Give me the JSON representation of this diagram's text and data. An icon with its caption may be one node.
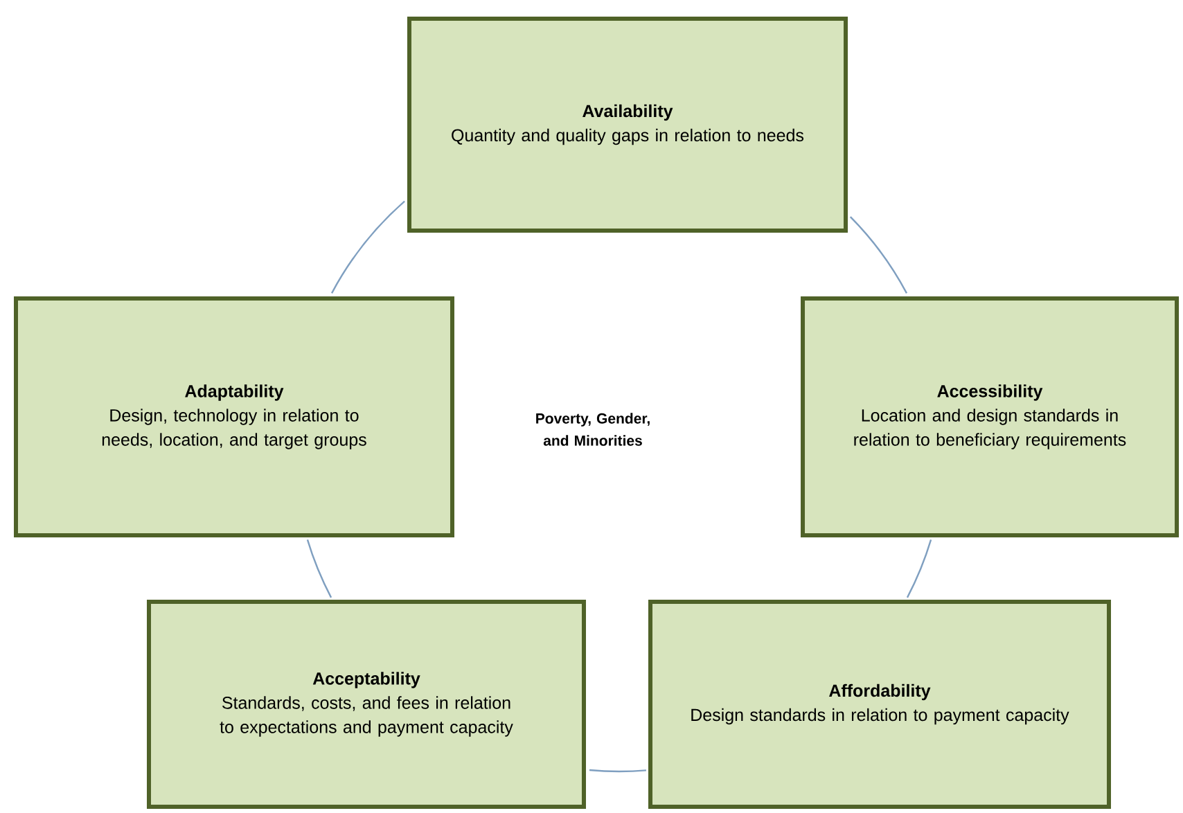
{
  "diagram": {
    "nodes": [
      {
        "text": [
          "Availability",
          "Quantity and quality gaps in relation to needs"
        ]
      },
      {
        "text": [
          "Adaptability",
          "Design, technology in relation to needs, location, and target groups"
        ]
      },
      {
        "text": [
          "Accessibility",
          "Location and design standards in relation to beneficiary requirements"
        ]
      },
      {
        "text": [
          "Acceptability",
          "Standards, costs, and fees in relation to expectations and payment capacity"
        ]
      },
      {
        "text": [
          "Affordability",
          "Design standards in relation to payment capacity"
        ]
      }
    ],
    "edges": [
      {
        "from": 0,
        "to": 2,
        "arrow": "none"
      },
      {
        "from": 2,
        "to": 4,
        "arrow": "none"
      },
      {
        "from": 4,
        "to": 3,
        "arrow": "none"
      },
      {
        "from": 3,
        "to": 1,
        "arrow": "none"
      },
      {
        "from": 1,
        "to": 0,
        "arrow": "none"
      }
    ],
    "labels": [
      "Poverty, Gender, and Minorities"
    ]
  }
}
